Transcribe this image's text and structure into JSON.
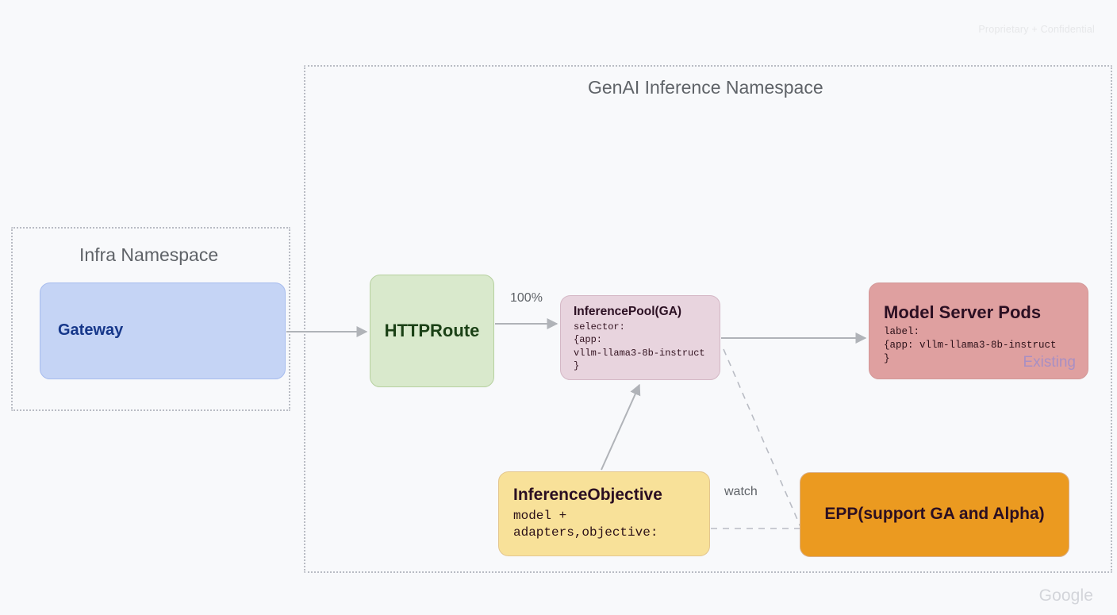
{
  "page": {
    "watermark": "Proprietary + Confidential",
    "brand": "Google",
    "background_color": "#f8f9fb"
  },
  "namespaces": [
    {
      "id": "infra",
      "title": "Infra Namespace",
      "border_color": "#b9bcc4"
    },
    {
      "id": "genai",
      "title": "GenAI Inference Namespace",
      "border_color": "#b9bcc4"
    }
  ],
  "nodes": {
    "gateway": {
      "title": "Gateway",
      "fill": "#c5d4f5",
      "text_color": "#16378a"
    },
    "httproute": {
      "title": "HTTPRoute",
      "fill": "#d9e9cc",
      "text_color": "#1b4116"
    },
    "inferencepool": {
      "title": "InferencePool(GA)",
      "sub": "selector:\n{app:\nvllm-llama3-8b-instruct\n}",
      "fill": "#e8d4de",
      "text_color": "#2b0f22"
    },
    "modelserverpods": {
      "title": "Model Server Pods",
      "sub": "label:\n{app: vllm-llama3-8b-instruct\n}",
      "badge": "Existing",
      "fill": "#dfa0a0",
      "text_color": "#2b0f22",
      "badge_color": "#a88fc4"
    },
    "inferenceobjective": {
      "title": "InferenceObjective",
      "sub": "model +\nadapters,objective:",
      "fill": "#f8e199",
      "text_color": "#2b0f22"
    },
    "epp": {
      "title": "EPP(support GA and Alpha)",
      "fill": "#eb9a20",
      "text_color": "#2b0f22"
    }
  },
  "edges": [
    {
      "id": "gateway-to-httproute",
      "from": "gateway",
      "to": "httproute",
      "label": "",
      "style": "solid"
    },
    {
      "id": "httproute-to-inferencepool",
      "from": "httproute",
      "to": "inferencepool",
      "label": "100%",
      "style": "solid"
    },
    {
      "id": "inferencepool-to-modelserverpods",
      "from": "inferencepool",
      "to": "modelserverpods",
      "label": "",
      "style": "solid"
    },
    {
      "id": "inferenceobjective-to-inferencepool",
      "from": "inferenceobjective",
      "to": "inferencepool",
      "label": "",
      "style": "solid"
    },
    {
      "id": "inferencepool-to-epp",
      "from": "inferencepool",
      "to": "epp",
      "label": "",
      "style": "dashed"
    },
    {
      "id": "inferenceobjective-to-epp",
      "from": "inferenceobjective",
      "to": "epp",
      "label": "watch",
      "style": "dashed"
    }
  ],
  "edge_labels": {
    "percent": "100%",
    "watch": "watch"
  }
}
